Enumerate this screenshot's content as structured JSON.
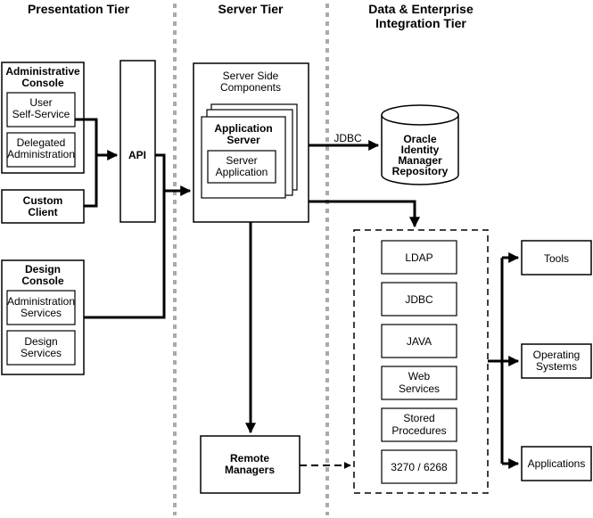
{
  "headers": {
    "presentation": "Presentation Tier",
    "server": "Server Tier",
    "data_line1": "Data & Enterprise",
    "data_line2": "Integration Tier"
  },
  "presentation": {
    "admin_console": [
      "Administrative",
      "Console"
    ],
    "user_self_service": [
      "User",
      "Self-Service"
    ],
    "delegated_admin": [
      "Delegated",
      "Administration"
    ],
    "custom_client": [
      "Custom",
      "Client"
    ],
    "design_console": [
      "Design",
      "Console"
    ],
    "admin_services": [
      "Administration",
      "Services"
    ],
    "design_services": [
      "Design",
      "Services"
    ],
    "api": "API"
  },
  "server": {
    "components": [
      "Server Side",
      "Components"
    ],
    "app_server": [
      "Application",
      "Server"
    ],
    "server_app": [
      "Server",
      "Application"
    ],
    "remote_managers": [
      "Remote",
      "Managers"
    ]
  },
  "data": {
    "jdbc_label": "JDBC",
    "repository": [
      "Oracle",
      "Identity",
      "Manager",
      "Repository"
    ],
    "connectors": [
      [
        "LDAP"
      ],
      [
        "JDBC"
      ],
      [
        "JAVA"
      ],
      [
        "Web",
        "Services"
      ],
      [
        "Stored",
        "Procedures"
      ],
      [
        "3270 / 6268"
      ]
    ],
    "targets": [
      [
        "Tools"
      ],
      [
        "Operating",
        "Systems"
      ],
      [
        "Applications"
      ]
    ]
  }
}
